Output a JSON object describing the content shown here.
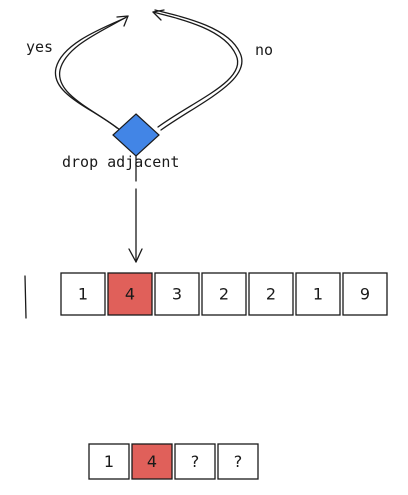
{
  "decision": {
    "label": "drop adjacent",
    "yes_label": "yes",
    "no_label": "no",
    "diamond_color": "#4285e6"
  },
  "array_top": {
    "cells": [
      {
        "value": "1",
        "highlighted": false
      },
      {
        "value": "4",
        "highlighted": true
      },
      {
        "value": "3",
        "highlighted": false
      },
      {
        "value": "2",
        "highlighted": false
      },
      {
        "value": "2",
        "highlighted": false
      },
      {
        "value": "1",
        "highlighted": false
      },
      {
        "value": "9",
        "highlighted": false
      }
    ]
  },
  "array_bottom": {
    "cells": [
      {
        "value": "1",
        "highlighted": false
      },
      {
        "value": "4",
        "highlighted": true
      },
      {
        "value": "?",
        "highlighted": false
      },
      {
        "value": "?",
        "highlighted": false
      }
    ]
  },
  "colors": {
    "highlight": "#e0605a",
    "ink": "#1a1a1a",
    "box_fill": "#ffffff"
  }
}
